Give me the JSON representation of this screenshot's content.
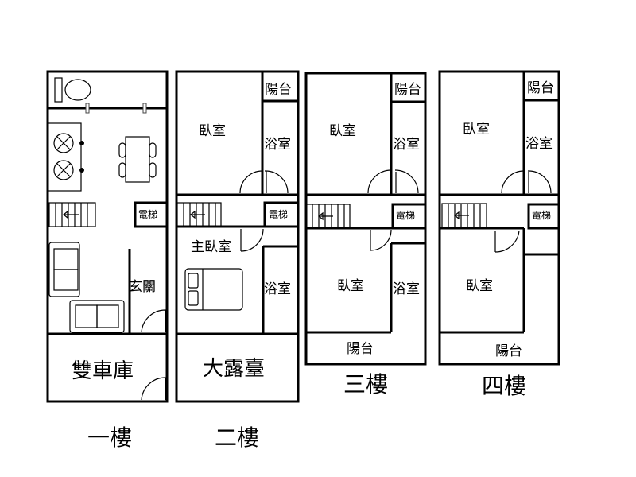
{
  "floors": [
    {
      "title": "一樓",
      "rooms": {
        "entrance": "玄關",
        "elevator": "電梯",
        "garage": "雙車庫"
      }
    },
    {
      "title": "二樓",
      "rooms": {
        "balcony": "陽台",
        "bedroom": "臥室",
        "bath1": "浴室",
        "elevator": "電梯",
        "master": "主臥室",
        "bath2": "浴室",
        "terrace": "大露臺"
      }
    },
    {
      "title": "三樓",
      "rooms": {
        "balcony_top": "陽台",
        "bedroom1": "臥室",
        "bath1": "浴室",
        "elevator": "電梯",
        "bedroom2": "臥室",
        "bath2": "浴室",
        "balcony_bottom": "陽台"
      }
    },
    {
      "title": "四樓",
      "rooms": {
        "balcony_top": "陽台",
        "bedroom1": "臥室",
        "bath1": "浴室",
        "elevator": "電梯",
        "bedroom2": "臥室",
        "balcony_bottom": "陽台"
      }
    }
  ]
}
